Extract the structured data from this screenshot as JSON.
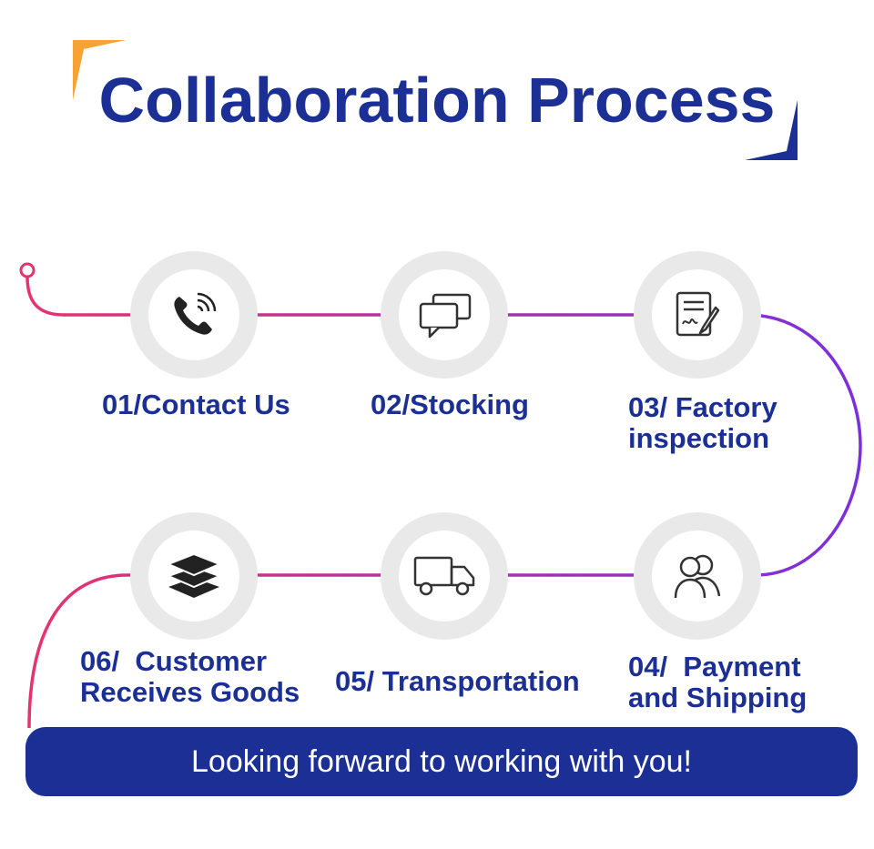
{
  "title": "Collaboration Process",
  "banner": "Looking forward to working with you!",
  "colors": {
    "primary": "#1b2f94",
    "accent_orange": "#f7a234",
    "path_start": "#e6336e",
    "path_end": "#6a2ce0",
    "circle": "#e9e9e9"
  },
  "steps": [
    {
      "label": "01/Contact Us",
      "icon": "phone-icon"
    },
    {
      "label": "02/Stocking",
      "icon": "chat-bubbles-icon"
    },
    {
      "label": "03/ Factory inspection",
      "line1": "03/ Factory",
      "line2": "inspection",
      "icon": "document-signature-icon"
    },
    {
      "label": "04/ Payment and Shipping",
      "line1": "04/  Payment",
      "line2": "and Shipping",
      "icon": "users-icon"
    },
    {
      "label": "05/ Transportation",
      "icon": "truck-icon"
    },
    {
      "label": "06/ Customer Receives Goods",
      "line1": "06/  Customer",
      "line2": "Receives Goods",
      "icon": "layers-icon"
    }
  ]
}
